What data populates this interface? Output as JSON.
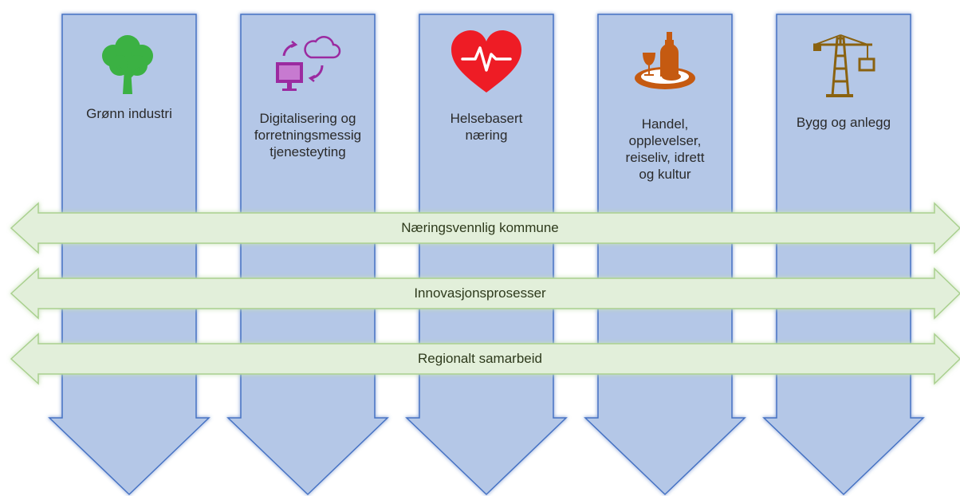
{
  "columns": [
    {
      "label_lines": [
        "Grønn industri"
      ],
      "icon": "tree-icon"
    },
    {
      "label_lines": [
        "Digitalisering og",
        "forretningsmessig",
        "tjenesteyting"
      ],
      "icon": "cloud-sync-computer-icon"
    },
    {
      "label_lines": [
        "Helsebasert",
        "næring"
      ],
      "icon": "heartbeat-icon"
    },
    {
      "label_lines": [
        "Handel,",
        "opplevelser,",
        "reiseliv, idrett",
        "og kultur"
      ],
      "icon": "food-and-drink-tray-icon"
    },
    {
      "label_lines": [
        "Bygg og anlegg"
      ],
      "icon": "construction-crane-icon"
    }
  ],
  "bands": [
    {
      "label": "Næringsvennlig kommune"
    },
    {
      "label": "Innovasjonsprosesser"
    },
    {
      "label": "Regionalt samarbeid"
    }
  ],
  "colors": {
    "column_fill": "#b4c7e7",
    "column_stroke": "#4472c4",
    "band_fill": "#e2efda",
    "band_stroke": "#a9d08e",
    "band_glow": "#c5e0b4",
    "tree": "#3bb143",
    "digital": "#9b2aa0",
    "heart": "#ee1c25",
    "food": "#c55a11",
    "crane": "#8a6210"
  }
}
